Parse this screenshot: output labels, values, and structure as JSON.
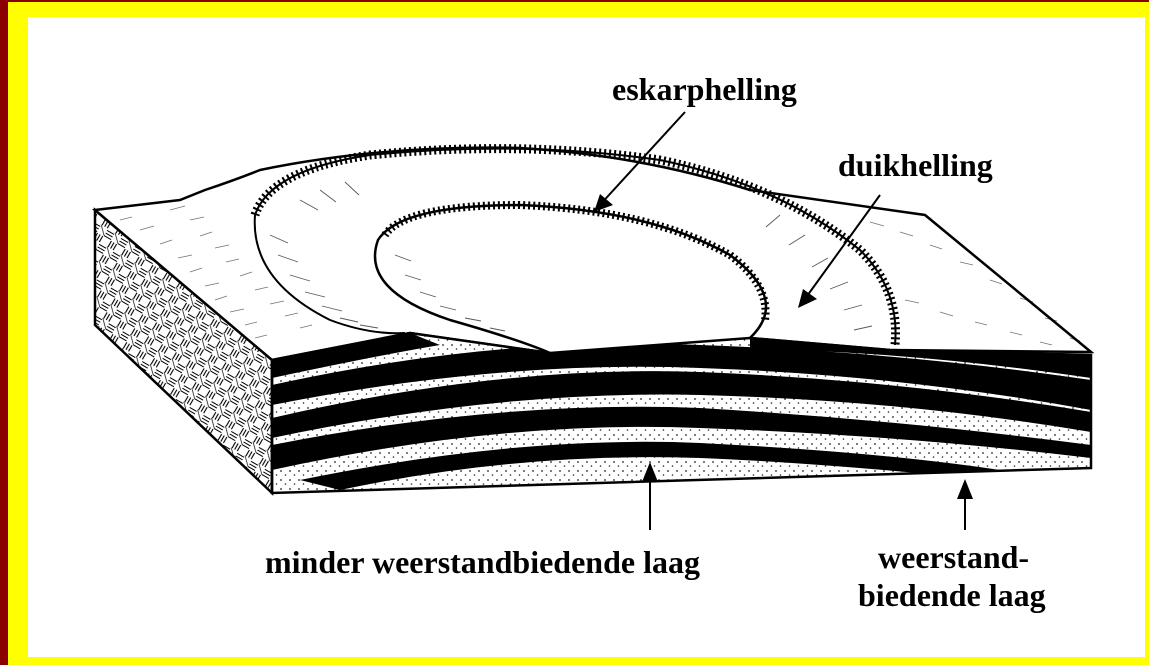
{
  "labels": {
    "eskarphelling": "eskarphelling",
    "duikhelling": "duikhelling",
    "minder": "minder weerstandbiedende laag",
    "weerstand_line1": "weerstand-",
    "weerstand_line2": "biedende laag"
  },
  "colors": {
    "outer_border": "#8b0000",
    "inner_border": "#ffff00",
    "background": "#ffffff",
    "ink": "#000000"
  }
}
